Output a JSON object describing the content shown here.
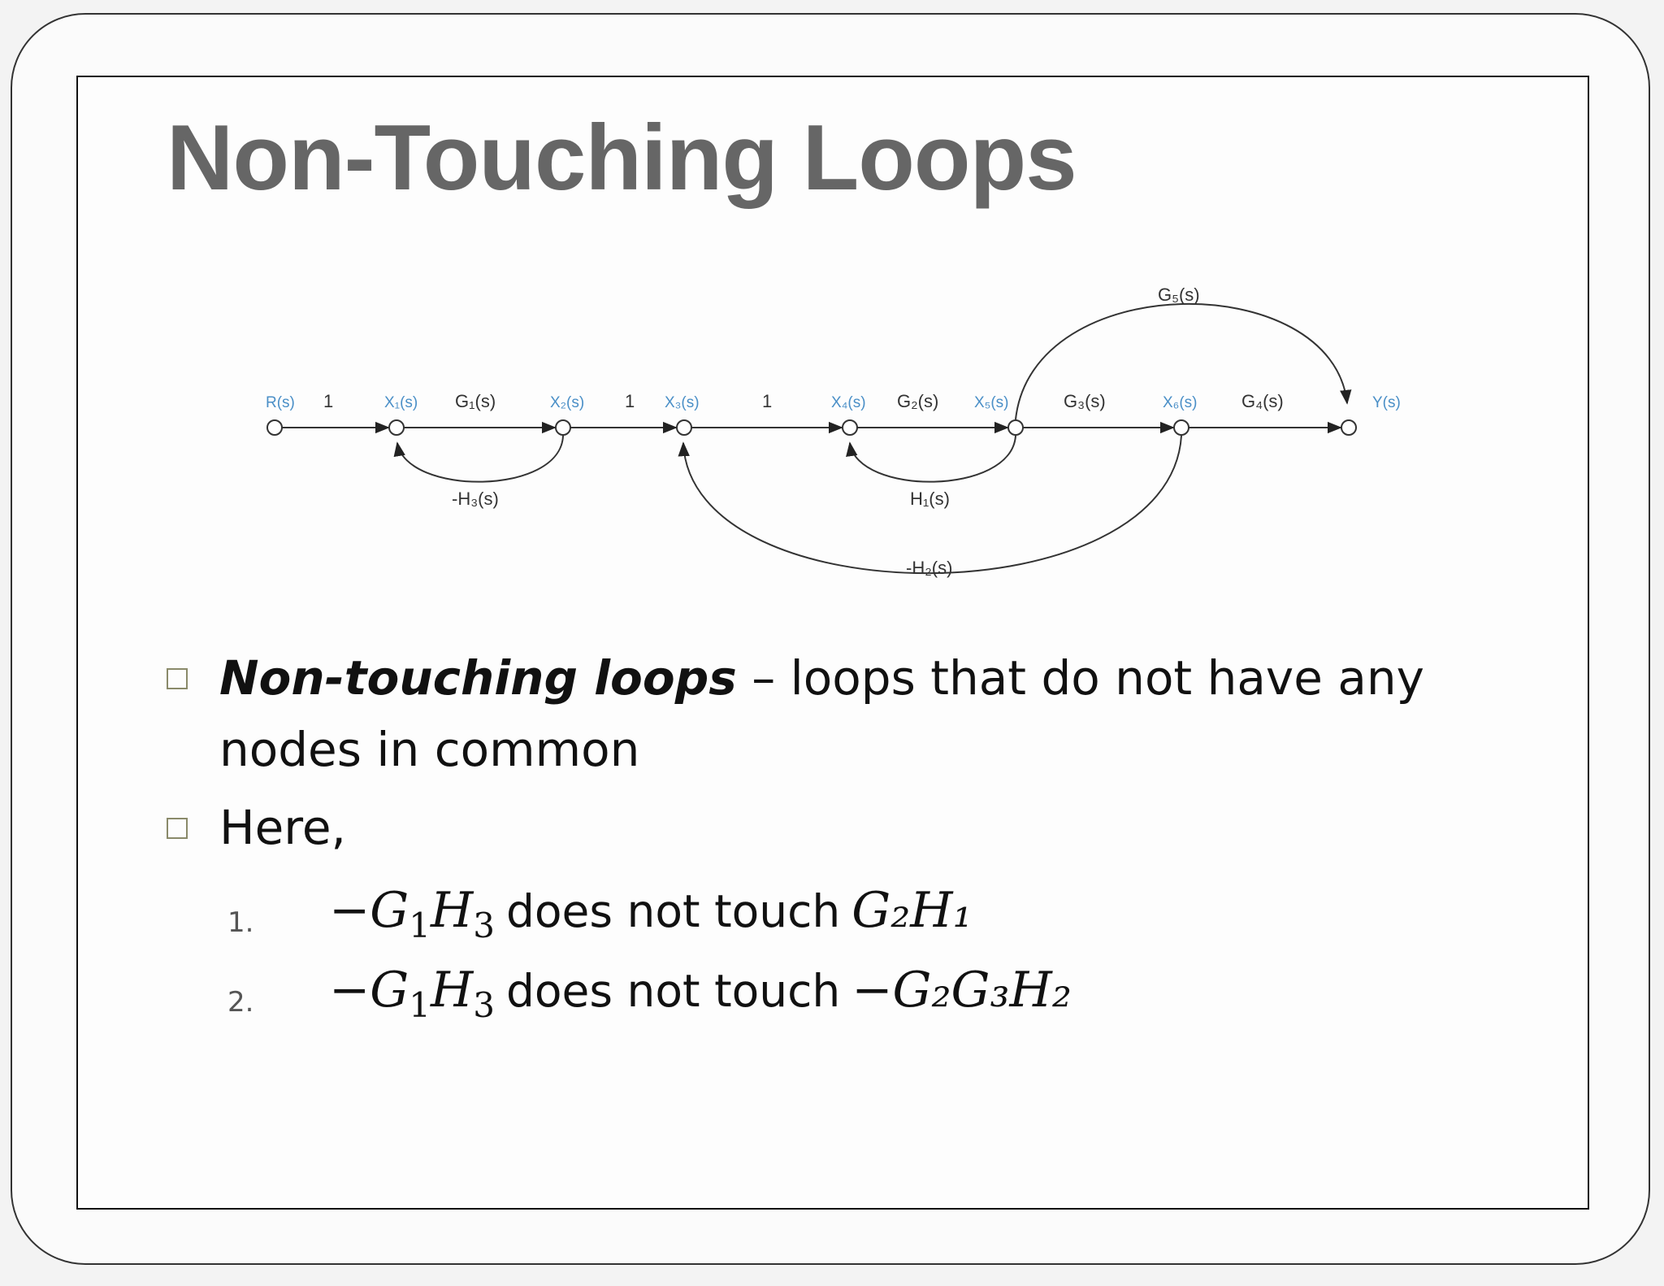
{
  "slide": {
    "title": "Non-Touching Loops"
  },
  "diagram": {
    "nodes": [
      {
        "id": "R",
        "label": "R(s)"
      },
      {
        "id": "X1",
        "label": "X₁(s)"
      },
      {
        "id": "X2",
        "label": "X₂(s)"
      },
      {
        "id": "X3",
        "label": "X₃(s)"
      },
      {
        "id": "X4",
        "label": "X₄(s)"
      },
      {
        "id": "X5",
        "label": "X₅(s)"
      },
      {
        "id": "X6",
        "label": "X₆(s)"
      },
      {
        "id": "Y",
        "label": "Y(s)"
      }
    ],
    "forward_gains": [
      "1",
      "G₁(s)",
      "1",
      "1",
      "G₂(s)",
      "G₃(s)",
      "G₄(s)"
    ],
    "feedforward_gain": "G₅(s)",
    "feedback_gains": {
      "x2_to_x1": "-H₃(s)",
      "x5_to_x4": "H₁(s)",
      "x6_to_x3": "-H₂(s)"
    },
    "colors": {
      "node_label": "#4a8fc7",
      "edge": "#333333"
    }
  },
  "bullets": [
    {
      "term": "Non-touching loops",
      "text": " – loops that do not have any nodes in common"
    },
    {
      "text": "Here,"
    }
  ],
  "numbered": [
    {
      "index": "1.",
      "left": "−G",
      "left_sub": [
        "1",
        "3"
      ],
      "middle": "does not touch",
      "right": "G₂H₁"
    },
    {
      "index": "2.",
      "middle": "does not touch",
      "right": "−G₂G₃H₂"
    }
  ]
}
